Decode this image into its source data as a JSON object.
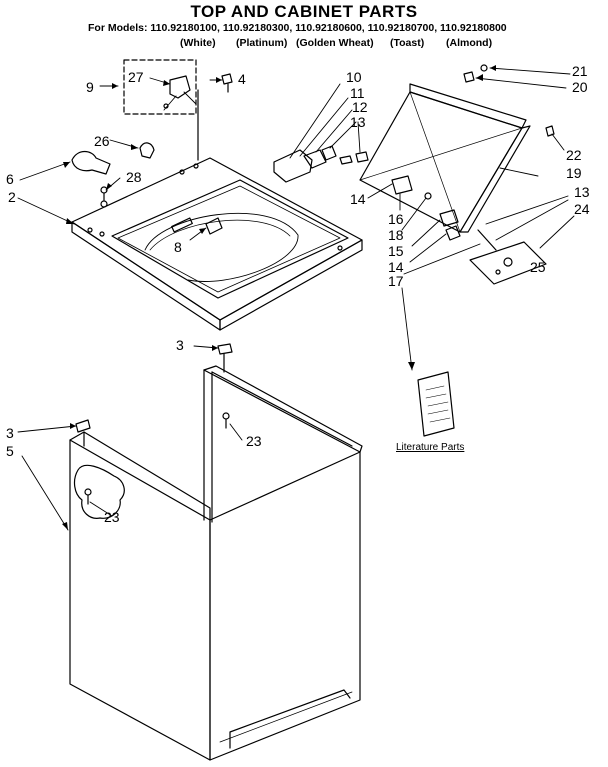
{
  "header": {
    "title": "TOP AND CABINET PARTS",
    "models_line": "For Models: 110.92180100, 110.92180300, 110.92180600, 110.92180700, 110.92180800",
    "colors": [
      "(White)",
      "(Platinum)",
      "(Golden Wheat)",
      "(Toast)",
      "(Almond)"
    ]
  },
  "callouts": {
    "c2": "2",
    "c3a": "3",
    "c3b": "3",
    "c4": "4",
    "c5": "5",
    "c6": "6",
    "c8": "8",
    "c9": "9",
    "c10": "10",
    "c11": "11",
    "c12": "12",
    "c13a": "13",
    "c13b": "13",
    "c14a": "14",
    "c14b": "14",
    "c15": "15",
    "c16": "16",
    "c17": "17",
    "c18": "18",
    "c19": "19",
    "c20": "20",
    "c21": "21",
    "c22": "22",
    "c23a": "23",
    "c23b": "23",
    "c24": "24",
    "c25": "25",
    "c26": "26",
    "c27": "27",
    "c28": "28"
  },
  "literature_label": "Literature Parts"
}
